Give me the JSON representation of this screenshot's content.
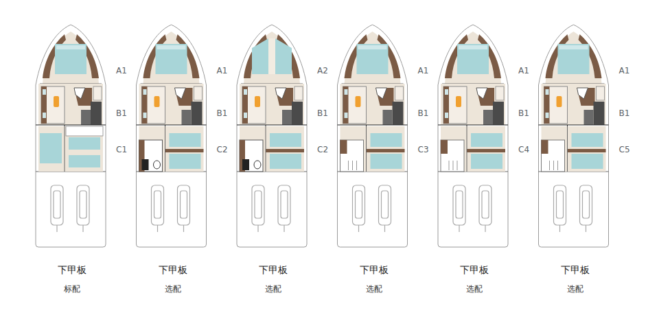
{
  "diagram": {
    "labels": [
      "A1",
      "B1",
      "C1",
      "下甲板",
      "标配",
      "A1",
      "B1",
      "C2",
      "下甲板",
      "选配",
      "A2",
      "B1",
      "C2",
      "下甲板",
      "选配",
      "A1",
      "B1",
      "C3",
      "下甲板",
      "选配",
      "A1",
      "B1",
      "C4",
      "下甲板",
      "选配",
      "A1",
      "B1",
      "C5",
      "下甲板",
      "选配"
    ]
  }
}
